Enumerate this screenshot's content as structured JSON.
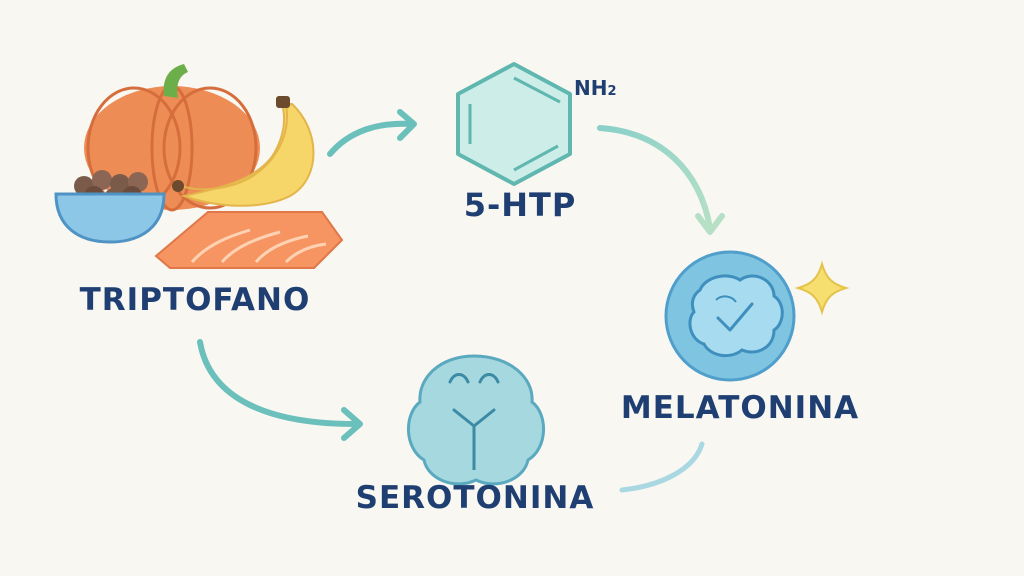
{
  "nodes": {
    "triptofano": "TRIPTOFANO",
    "htp": "5-HTP",
    "serotonina": "SEROTONINA",
    "melatonina": "MELATONINA"
  },
  "molecule": {
    "group": "NH",
    "subscript": "2"
  },
  "icons": [
    "pumpkin-icon",
    "banana-icon",
    "salmon-icon",
    "nuts-bowl-icon",
    "benzene-ring-icon",
    "brain-icon",
    "sparkle-icon"
  ],
  "colors": {
    "text": "#1f3f73",
    "arrow": "#6cc0bc",
    "ring": "#cdeee8",
    "ring_stroke": "#5fb7b0",
    "brain": "#a5d8df",
    "brain_stroke": "#4f9ecb",
    "pumpkin": "#ee8c56",
    "banana": "#f6d669",
    "salmon": "#f69462",
    "bowl": "#8cc7e8",
    "sparkle": "#f6df6e"
  }
}
